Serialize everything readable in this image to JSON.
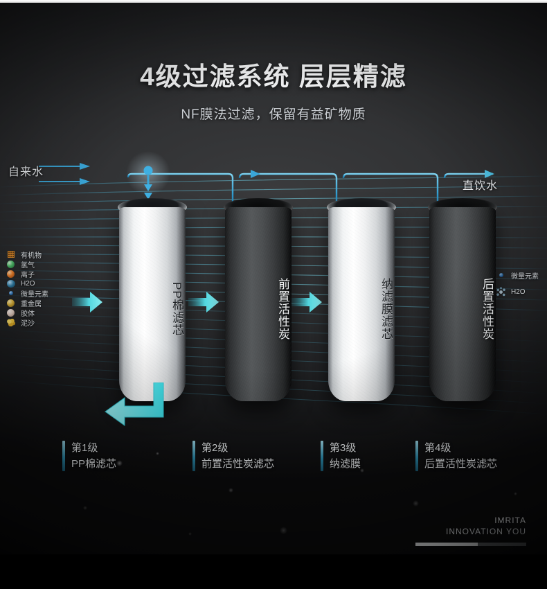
{
  "header": {
    "title": "4级过滤系统 层层精滤",
    "subtitle": "NF膜法过滤，保留有益矿物质"
  },
  "flow": {
    "inlet_label": "自来水",
    "outlet_label": "直饮水"
  },
  "legend_left": {
    "items": [
      {
        "label": "有机物",
        "icon": "organic-grid-icon"
      },
      {
        "label": "氯气",
        "icon": "chlorine-sphere-icon"
      },
      {
        "label": "离子",
        "icon": "ion-sphere-icon"
      },
      {
        "label": "H2O",
        "icon": "water-molecule-icon"
      },
      {
        "label": "微量元素",
        "icon": "trace-element-dot-icon"
      },
      {
        "label": "重金属",
        "icon": "heavy-metal-sphere-icon"
      },
      {
        "label": "胶体",
        "icon": "colloid-sphere-icon"
      },
      {
        "label": "泥沙",
        "icon": "silt-cluster-icon"
      }
    ]
  },
  "legend_right": {
    "items": [
      {
        "label": "微量元素",
        "icon": "trace-element-dot-icon"
      },
      {
        "label": "H2O",
        "icon": "water-cluster-icon"
      }
    ]
  },
  "filters": [
    {
      "label": "PP棉滤芯",
      "tone": "light"
    },
    {
      "label": "前置活性炭",
      "tone": "dark"
    },
    {
      "label": "纳滤膜滤芯",
      "tone": "light"
    },
    {
      "label": "后置活性炭",
      "tone": "dark"
    }
  ],
  "captions": [
    {
      "stage": "第1级",
      "name": "PP棉滤芯"
    },
    {
      "stage": "第2级",
      "name": "前置活性炭滤芯"
    },
    {
      "stage": "第3级",
      "name": "纳滤膜"
    },
    {
      "stage": "第4级",
      "name": "后置活性炭滤芯"
    }
  ],
  "brand": {
    "name": "IMRITA",
    "slogan": "INNOVATION YOU"
  },
  "colors": {
    "accent_cyan": "#4fe3e8",
    "pipe_blue": "#3aa6d8",
    "background": "#1c1d1f",
    "text_light": "#f0f3f5"
  }
}
